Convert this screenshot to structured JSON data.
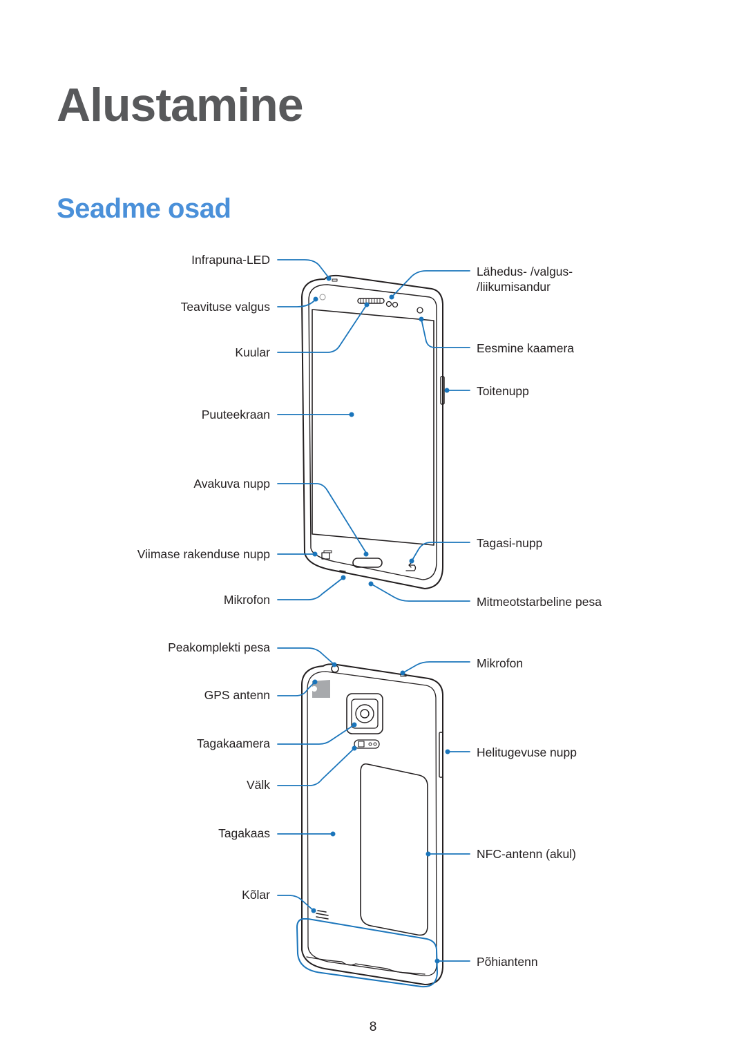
{
  "page": {
    "chapter_title": "Alustamine",
    "section_title": "Seadme osad",
    "page_number": "8"
  },
  "front_view": {
    "left_labels": {
      "infrared_led": "Infrapuna-LED",
      "notification_light": "Teavituse valgus",
      "earpiece": "Kuular",
      "touchscreen": "Puuteekraan",
      "home_button": "Avakuva nupp",
      "recent_apps_button": "Viimase rakenduse nupp",
      "microphone": "Mikrofon"
    },
    "right_labels": {
      "sensor_line1": "Lähedus- /valgus-",
      "sensor_line2": "/liikumisandur",
      "front_camera": "Eesmine kaamera",
      "power_button": "Toitenupp",
      "back_button": "Tagasi-nupp",
      "multipurpose_jack": "Mitmeotstarbeline pesa"
    }
  },
  "back_view": {
    "left_labels": {
      "headset_jack": "Peakomplekti pesa",
      "gps_antenna": "GPS antenn",
      "rear_camera": "Tagakaamera",
      "flash": "Välk",
      "back_cover": "Tagakaas",
      "speaker": "Kõlar"
    },
    "right_labels": {
      "microphone": "Mikrofon",
      "volume_button": "Helitugevuse nupp",
      "nfc_antenna": "NFC-antenn (akul)",
      "main_antenna": "Põhiantenn"
    }
  },
  "colors": {
    "callout": "#1a75bb",
    "chapter_title": "#58595b",
    "section_title": "#4a90d9"
  }
}
